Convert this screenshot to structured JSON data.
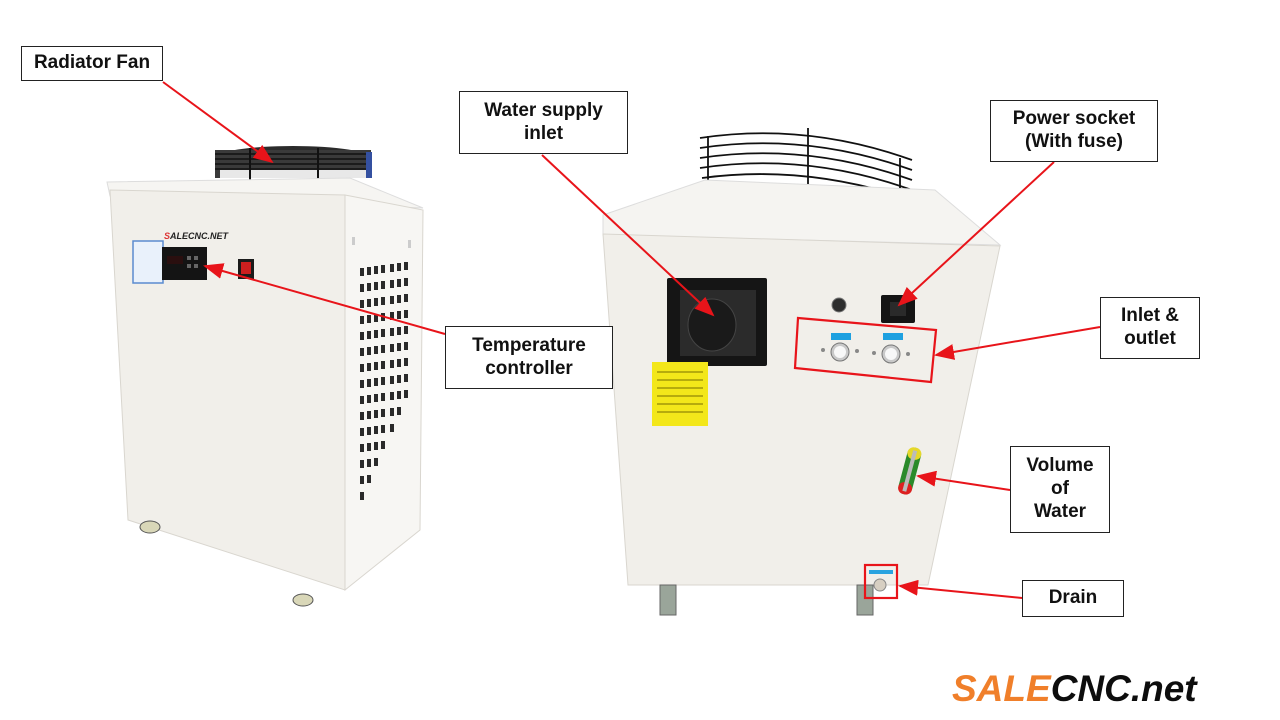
{
  "callouts": {
    "radiator_fan": "Radiator Fan",
    "water_supply_inlet": "Water supply\ninlet",
    "power_socket": "Power socket\n(With fuse)",
    "temperature_controller": "Temperature\ncontroller",
    "inlet_outlet": "Inlet &\noutlet",
    "volume_of_water": "Volume\nof\nWater",
    "drain": "Drain"
  },
  "unit_logo": "SALECNC.NET",
  "brand": {
    "sale": "SALE",
    "cnc": "CNC.net",
    "sale_color": "#f07f2a",
    "cnc_color": "#0d0d0d"
  },
  "colors": {
    "arrow": "#e8141a",
    "cabinet": "#f1efea",
    "callout_border": "#222222"
  }
}
